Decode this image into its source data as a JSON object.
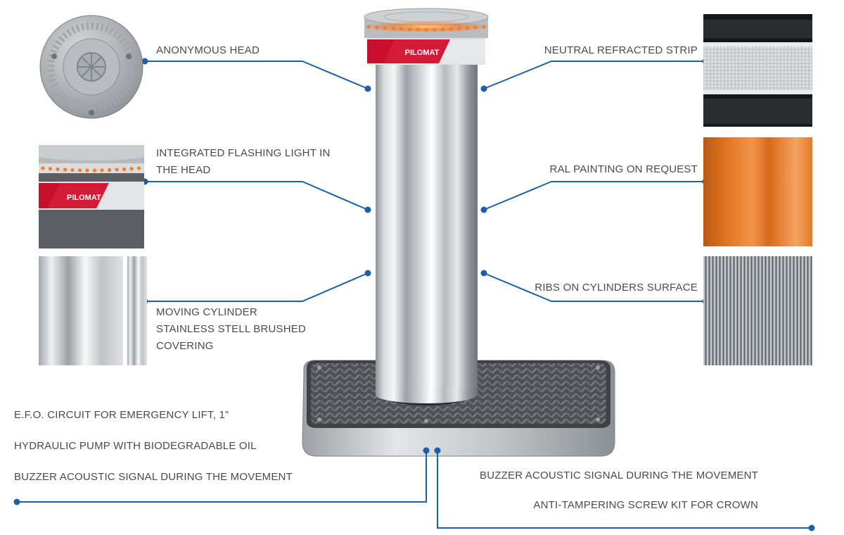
{
  "brand": {
    "logo_text": "PILOMAT"
  },
  "colors": {
    "connector": "#1d5fa8",
    "label_text": "#4a4a4a",
    "led": "#ff7a1a",
    "reflective_band": "#c8102e",
    "ral_orange": "#e0741f"
  },
  "features": {
    "anonymous_head": {
      "label": "ANONYMOUS HEAD"
    },
    "flashing_light": {
      "line1": "INTEGRATED FLASHING LIGHT IN",
      "line2": "THE HEAD"
    },
    "moving_cylinder": {
      "line1": "MOVING CYLINDER",
      "line2": "STAINLESS STELL BRUSHED",
      "line3": "COVERING"
    },
    "neutral_strip": {
      "label": "NEUTRAL REFRACTED STRIP"
    },
    "ral_painting": {
      "label": "RAL PAINTING ON REQUEST"
    },
    "ribs": {
      "label": "RIBS ON CYLINDERS SURFACE"
    }
  },
  "base_features_left": [
    "E.F.O. CIRCUIT FOR EMERGENCY LIFT, 1”",
    "HYDRAULIC PUMP WITH BIODEGRADABLE OIL",
    "BUZZER ACOUSTIC SIGNAL DURING THE MOVEMENT"
  ],
  "base_features_right": [
    "BUZZER ACOUSTIC SIGNAL DURING THE MOVEMENT",
    "ANTI-TAMPERING SCREW KIT FOR CROWN"
  ]
}
